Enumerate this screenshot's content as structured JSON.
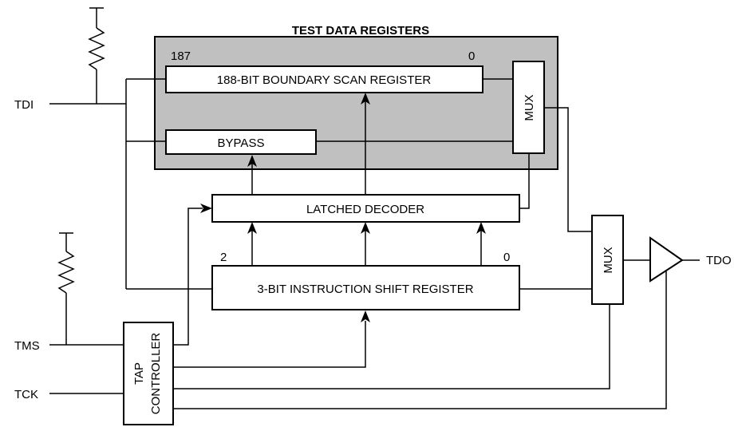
{
  "title": "TEST DATA REGISTERS",
  "blocks": {
    "boundary_scan": "188-BIT BOUNDARY  SCAN  REGISTER",
    "bypass": "BYPASS",
    "mux_upper": "MUX",
    "latched_decoder": "LATCHED DECODER",
    "instruction_register": "3-BIT INSTRUCTION SHIFT REGISTER",
    "mux_lower": "MUX",
    "tap_line1": "TAP",
    "tap_line2": "CONTROLLER"
  },
  "bit_labels": {
    "boundary_msb": "187",
    "boundary_lsb": "0",
    "instruction_msb": "2",
    "instruction_lsb": "0"
  },
  "signals": {
    "tdi": "TDI",
    "tms": "TMS",
    "tck": "TCK",
    "tdo": "TDO"
  },
  "colors": {
    "test_data_registers_fill": "#c0c0c0",
    "line": "#000000"
  }
}
